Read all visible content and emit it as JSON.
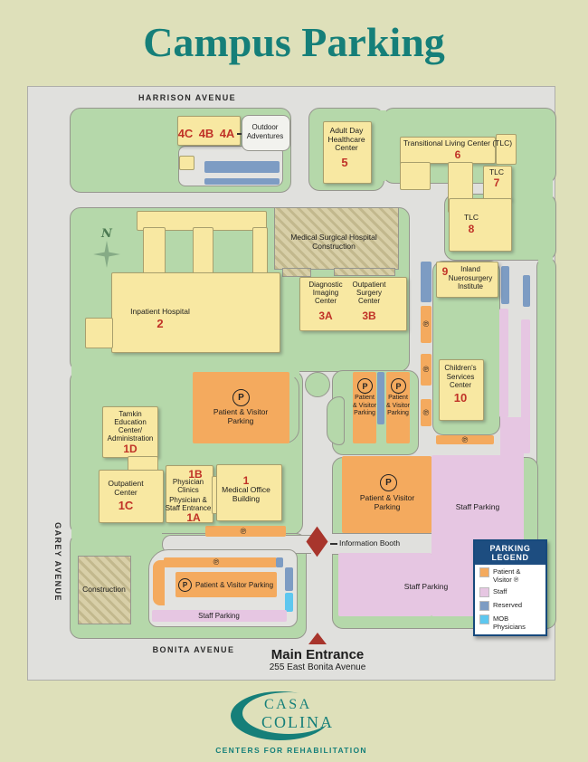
{
  "title": "Campus Parking",
  "streets": {
    "harrison": "HARRISON AVENUE",
    "garey": "GAREY AVENUE",
    "bonita": "BONITA AVENUE"
  },
  "compass_n": "N",
  "b": {
    "n4c": "4C",
    "n4b": "4B",
    "n4a": "4A",
    "outdoor": "Outdoor Adventures",
    "adult": "Adult Day Healthcare Center",
    "n5": "5",
    "tlc6": "Transitional Living Center (TLC)",
    "n6": "6",
    "tlc": "TLC",
    "n7": "7",
    "n8": "8",
    "hosp": "Inpatient Hospital",
    "n2": "2",
    "diag": "Diagnostic Imaging Center",
    "n3a": "3A",
    "outsurg": "Outpatient Surgery Center",
    "n3b": "3B",
    "n9": "9",
    "inland": "Inland Nuerosurgery Institute",
    "childrens": "Children's Services Center",
    "n10": "10",
    "tamkin": "Tamkin Education Center/ Administration",
    "n1d": "1D",
    "outcenter": "Outpatient Center",
    "n1c": "1C",
    "physclin": "Physician Clinics",
    "n1b": "1B",
    "physent": "Physician & Staff Entrance",
    "n1a": "1A",
    "mob": "Medical Office Building",
    "n1": "1"
  },
  "construction": {
    "medsurg": "Medical Surgical Hospital Construction",
    "sw": "Construction"
  },
  "p": {
    "pv": "Patient & Visitor Parking",
    "staff": "Staff Parking",
    "psym": "P",
    "pcirc": "℗"
  },
  "markers": {
    "info": "Information Booth",
    "main": "Main Entrance",
    "address": "255 East Bonita Avenue"
  },
  "legend": {
    "title": "PARKING LEGEND",
    "items": [
      {
        "label": "Patient & Visitor ℗",
        "color": "#f4aa5e"
      },
      {
        "label": "Staff",
        "color": "#e6c6e2"
      },
      {
        "label": "Reserved",
        "color": "#7d9cc3"
      },
      {
        "label": "MOB Physicians",
        "color": "#5ec7ef"
      }
    ]
  },
  "colors": {
    "accent_teal": "#157f79",
    "lawn_green": "#b5d8aa",
    "road_grey": "#e0e0dd",
    "building_yellow": "#f8e8a2",
    "legend_header_navy": "#1d4d80",
    "red_number": "#c03227",
    "marker_red": "#a8352c"
  },
  "logo": {
    "casa": "CASA",
    "colina": "COLINA",
    "tagline": "CENTERS FOR REHABILITATION"
  }
}
